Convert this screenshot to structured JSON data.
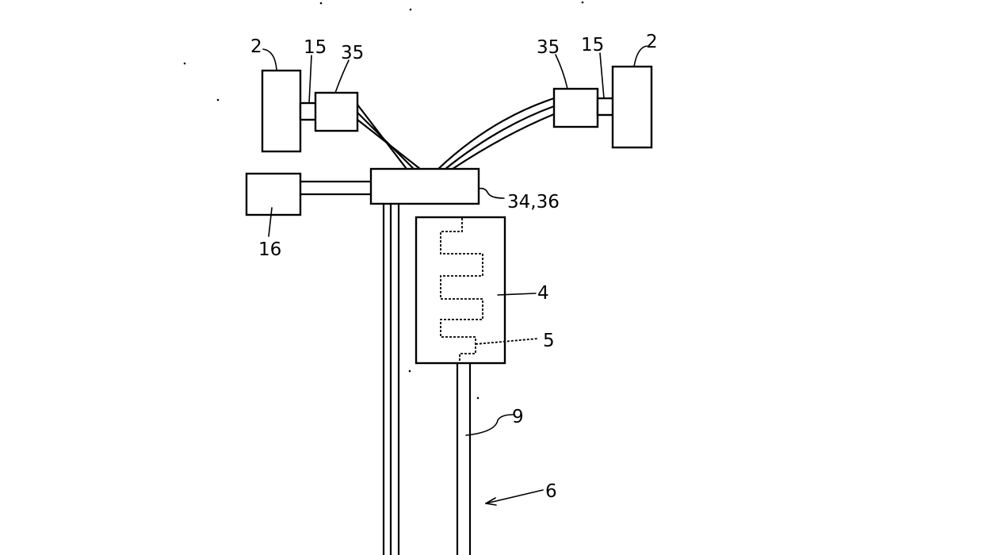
{
  "labels": {
    "left_unit": "2",
    "left_link": "15",
    "left_adapter": "35",
    "right_adapter": "35",
    "right_link": "15",
    "right_unit": "2",
    "hub": "34,36",
    "side_unit": "16",
    "housing": "4",
    "element": "5",
    "tube": "9",
    "assembly": "6"
  }
}
